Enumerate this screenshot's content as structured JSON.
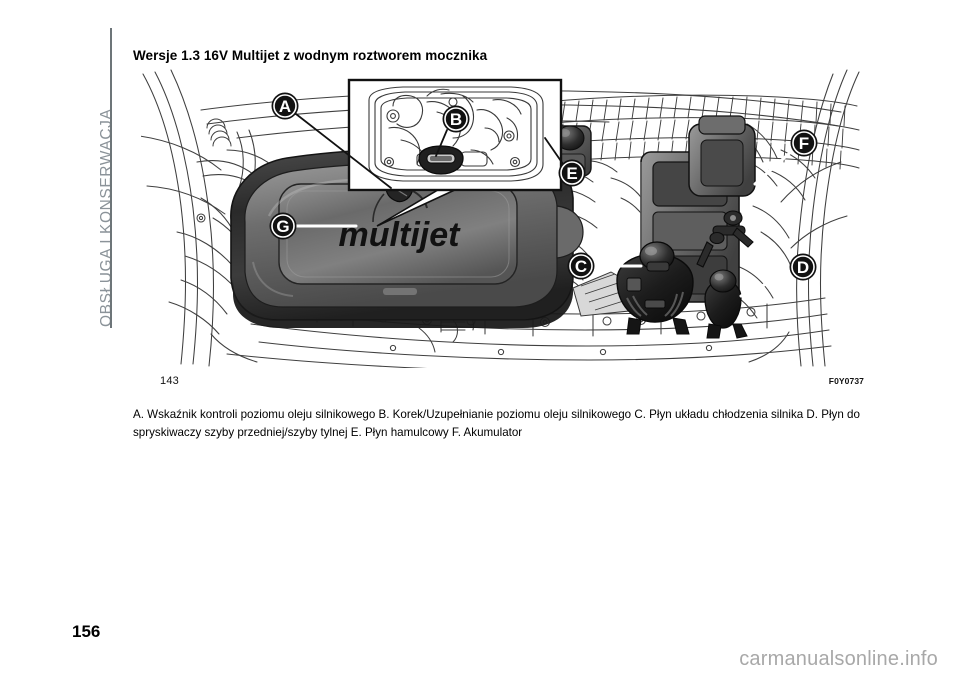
{
  "chapter": {
    "label": "OBSŁUGA I KONSERWACJA"
  },
  "section": {
    "title": "Wersje 1.3 16V Multijet z wodnym roztworem mocznika"
  },
  "figure": {
    "number": "143",
    "code": "F0Y0737",
    "engine_cover_text": "multijet",
    "callouts": [
      {
        "id": "A",
        "label": "A"
      },
      {
        "id": "B",
        "label": "B"
      },
      {
        "id": "C",
        "label": "C"
      },
      {
        "id": "D",
        "label": "D"
      },
      {
        "id": "E",
        "label": "E"
      },
      {
        "id": "F",
        "label": "F"
      },
      {
        "id": "G",
        "label": "G"
      }
    ]
  },
  "caption": {
    "text": "A. Wskaźnik kontroli poziomu oleju silnikowego B. Korek/Uzupełnianie poziomu oleju silnikowego C. Płyn układu chłodzenia silnika D. Płyn do spryskiwaczy szyby przedniej/szyby tylnej E. Płyn hamulcowy F. Akumulator"
  },
  "page": {
    "number": "156"
  },
  "watermark": {
    "text": "carmanualsonline.info"
  },
  "colors": {
    "chapter_text": "#8b9399",
    "rule": "#6d7579",
    "watermark": "#a8a8a8",
    "callout_fill": "#111111",
    "line_art": "#3a3a3a"
  }
}
